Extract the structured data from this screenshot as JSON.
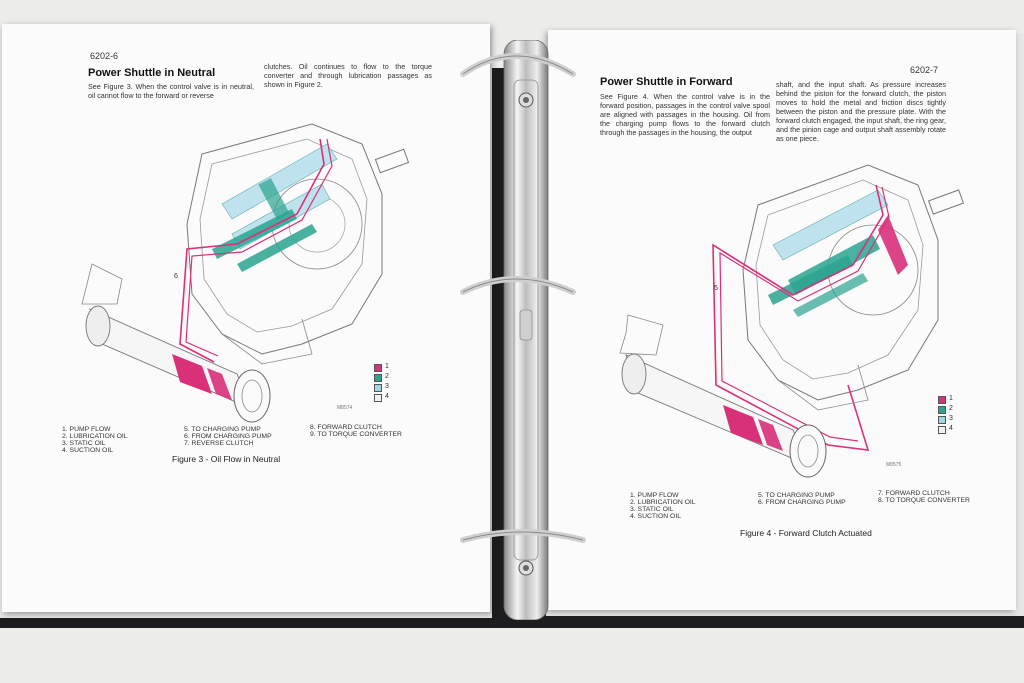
{
  "left_page": {
    "page_number": "6202-6",
    "heading": "Power Shuttle in Neutral",
    "para_col1": "See Figure 3. When the control valve is in neutral, oil cannot flow to the forward or reverse",
    "para_col2": "clutches. Oil continues to flow to the torque converter and through lubrication passages as shown in Figure 2.",
    "legend_col1": [
      "1. PUMP FLOW",
      "2. LUBRICATION OIL",
      "3. STATIC OIL",
      "4. SUCTION OIL"
    ],
    "legend_col2": [
      "5. TO CHARGING PUMP",
      "6. FROM CHARGING PUMP",
      "7. REVERSE CLUTCH"
    ],
    "legend_col3": [
      "8. FORWARD CLUTCH",
      "9. TO TORQUE CONVERTER"
    ],
    "caption": "Figure 3 - Oil Flow in Neutral",
    "figure_code": "M8574",
    "callout": "6",
    "key": [
      "1",
      "2",
      "3",
      "4"
    ]
  },
  "right_page": {
    "page_number": "6202-7",
    "heading": "Power Shuttle in Forward",
    "para_col1": "See Figure 4. When the control valve is in the forward position, passages in the control valve spool are aligned with passages in the housing. Oil from the charging pump flows to the forward clutch through the passages in the housing, the output",
    "para_col2": "shaft, and the input shaft. As pressure increases behind the piston for the forward clutch, the piston moves to hold the metal and friction discs tightly between the piston and the pressure plate. With the forward clutch engaged, the input shaft, the ring gear, and the pinion cage and output shaft assembly rotate as one piece.",
    "legend_col1": [
      "1. PUMP FLOW",
      "2. LUBRICATION OIL",
      "3. STATIC OIL",
      "4. SUCTION OIL"
    ],
    "legend_col2": [
      "5. TO CHARGING PUMP",
      "6. FROM CHARGING PUMP"
    ],
    "legend_col3": [
      "7. FORWARD CLUTCH",
      "8. TO TORQUE CONVERTER"
    ],
    "caption": "Figure 4 - Forward Clutch Actuated",
    "figure_code": "M8575",
    "callout": "5",
    "key": [
      "1",
      "2",
      "3",
      "4"
    ]
  },
  "colors": {
    "pump_flow": "#d9307a",
    "lubrication": "#2aa38f",
    "static": "#9fd6e4",
    "suction": "#f2f2f2",
    "binder": "#1d1d1f"
  }
}
